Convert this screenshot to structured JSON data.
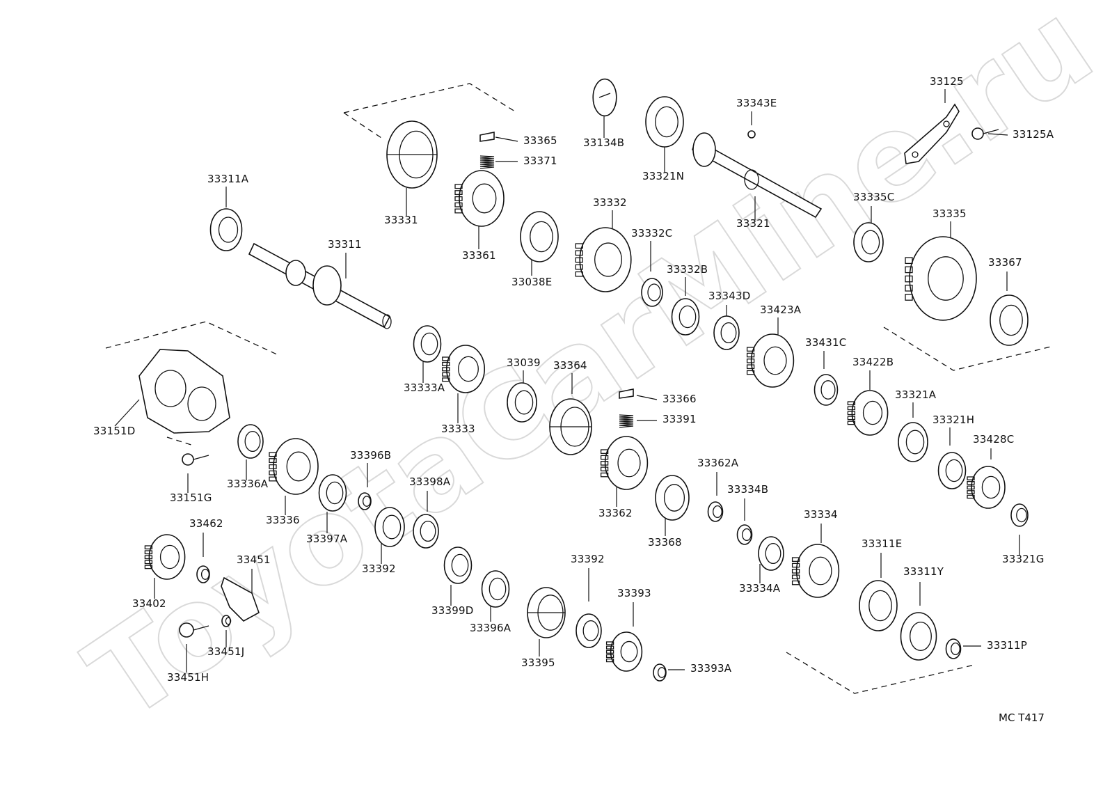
{
  "diagram": {
    "reference_code": "MC T417",
    "watermark": "ToyotaCarMine.ru",
    "part_labels": [
      "33311A",
      "33311",
      "33331",
      "33365",
      "33371",
      "33361",
      "33038E",
      "33134B",
      "33321N",
      "33343E",
      "33321",
      "33125",
      "33125A",
      "33335C",
      "33335",
      "33367",
      "33332",
      "33332C",
      "33332B",
      "33343D",
      "33423A",
      "33431C",
      "33422B",
      "33321A",
      "33321H",
      "33428C",
      "33321G",
      "33333A",
      "33333",
      "33039",
      "33364",
      "33366",
      "33391",
      "33362",
      "33368",
      "33362A",
      "33334B",
      "33334",
      "33334A",
      "33311E",
      "33311Y",
      "33311P",
      "33151D",
      "33151G",
      "33336A",
      "33336",
      "33397A",
      "33396B",
      "33398A",
      "33392",
      "33399D",
      "33396A",
      "33395",
      "33392",
      "33393",
      "33393A",
      "33402",
      "33462",
      "33451",
      "33451J",
      "33451H"
    ]
  }
}
